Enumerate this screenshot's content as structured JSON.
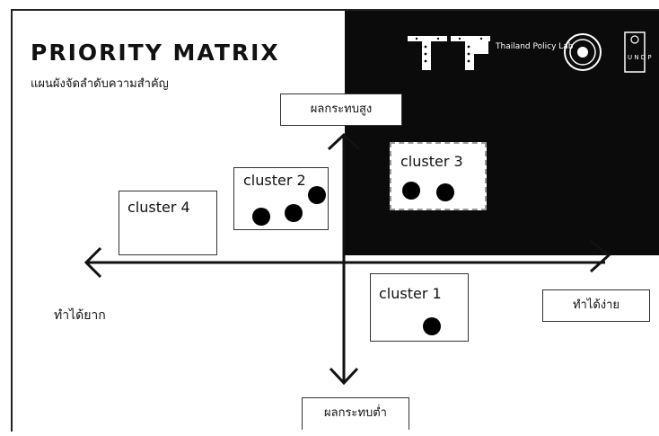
{
  "header": {
    "title": "PRIORITY MATRIX",
    "subtitle": "แผนผังจัดลำดับความสำคัญ"
  },
  "logos": {
    "tpl_text": "Thailand Policy Lab",
    "undp_text": "U N D P"
  },
  "axes": {
    "top": "ผลกระทบสูง",
    "bottom": "ผลกระทบต่ำ",
    "left": "ทำได้ยาก",
    "right": "ทำได้ง่าย"
  },
  "clusters": [
    {
      "label": "cluster 1",
      "dots": 1
    },
    {
      "label": "cluster 2",
      "dots": 3
    },
    {
      "label": "cluster 3",
      "dots": 2
    },
    {
      "label": "cluster 4",
      "dots": 0
    }
  ],
  "colors": {
    "dark_quadrant": "#0b0b0b",
    "ink": "#111111"
  }
}
